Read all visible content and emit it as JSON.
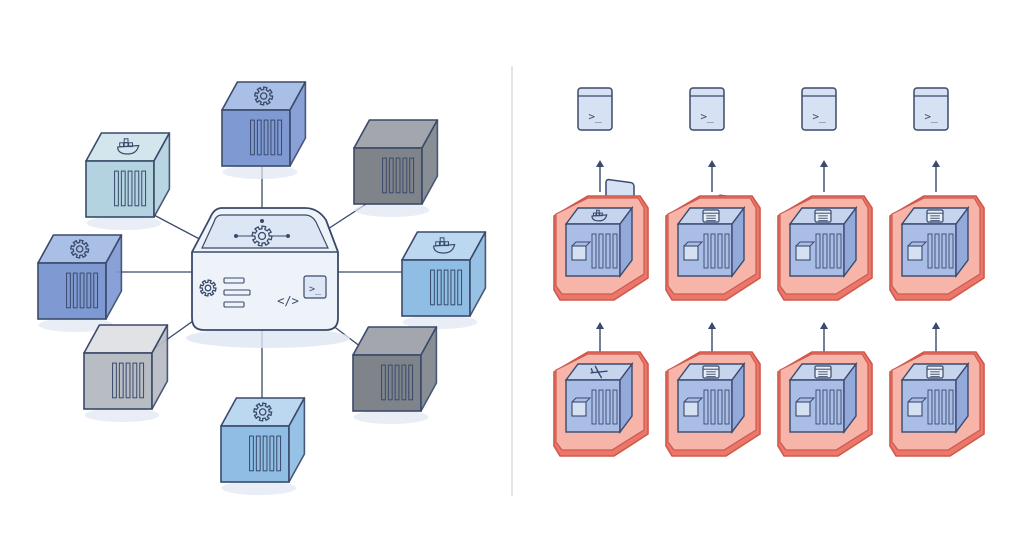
{
  "left_diagram": {
    "hub": {
      "icons": [
        "gear-icon",
        "list-icon",
        "code-brackets-icon",
        "terminal-icon",
        "gear-icon"
      ],
      "code_glyph": "</>",
      "prompt_glyph": ">_"
    },
    "nodes": [
      {
        "name": "node-top",
        "style": "blue",
        "icon": "gear-icon"
      },
      {
        "name": "node-top-left",
        "style": "teal",
        "icon": "docker-whale-icon"
      },
      {
        "name": "node-top-right",
        "style": "dark-gray",
        "icon": "none"
      },
      {
        "name": "node-left",
        "style": "blue",
        "icon": "gear-icon"
      },
      {
        "name": "node-right",
        "style": "light-blue",
        "icon": "docker-whale-icon"
      },
      {
        "name": "node-bottom-left",
        "style": "light-gray",
        "icon": "none"
      },
      {
        "name": "node-bottom-right",
        "style": "dark-gray",
        "icon": "none"
      },
      {
        "name": "node-bottom",
        "style": "light-blue",
        "icon": "gear-icon"
      }
    ]
  },
  "right_diagram": {
    "columns": [
      {
        "terminal": ">_",
        "upper_icon": "docker-whale-icon",
        "lower_icon": "airplane-icon"
      },
      {
        "terminal": ">_",
        "upper_icon": "document-window-icon",
        "lower_icon": "document-window-icon"
      },
      {
        "terminal": ">_",
        "upper_icon": "document-window-icon",
        "lower_icon": "document-window-icon"
      },
      {
        "terminal": ">_",
        "upper_icon": "document-window-icon",
        "lower_icon": "document-window-icon"
      }
    ]
  },
  "colors": {
    "outline": "#3a4a6b",
    "blue_top": "#a9bfe6",
    "blue_side": "#7f9ad3",
    "teal_top": "#d3e6ee",
    "teal_side": "#b3d3e0",
    "lightblue_top": "#bcd8f0",
    "lightblue_side": "#8fbde4",
    "darkgray_top": "#a3a7ad",
    "darkgray_side": "#7f848b",
    "lightgray_top": "#e0e2e6",
    "lightgray_side": "#b8bcc3",
    "red_top": "#f6b5a8",
    "red_side": "#e9776a",
    "red_edge": "#d2584c",
    "terminal_fill": "#d6e2f3",
    "divider": "#d9dde3"
  }
}
